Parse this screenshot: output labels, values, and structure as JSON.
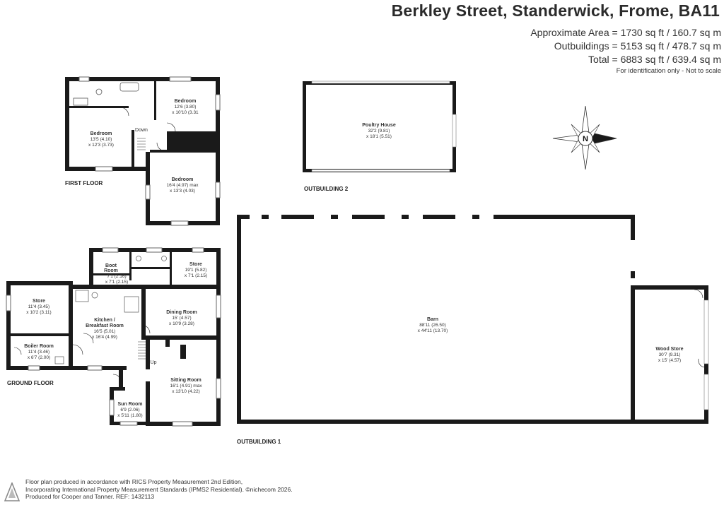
{
  "header": {
    "title": "Berkley Street, Standerwick, Frome, BA11",
    "areas": [
      "Approximate Area = 1730 sq ft / 160.7 sq m",
      "Outbuildings = 5153 sq ft / 478.7 sq m",
      "Total = 6883 sq ft / 639.4 sq m"
    ],
    "disclaimer": "For identification only - Not to scale"
  },
  "compass": {
    "letter": "N"
  },
  "floors": {
    "first": "FIRST FLOOR",
    "ground": "GROUND FLOOR",
    "outbuilding1": "OUTBUILDING 1",
    "outbuilding2": "OUTBUILDING 2"
  },
  "rooms": {
    "bed1": {
      "name": "Bedroom",
      "dim1": "12'6 (3.80)",
      "dim2": "x 10'10 (3.31"
    },
    "bed2": {
      "name": "Bedroom",
      "dim1": "13'5 (4.10)",
      "dim2": "x 12'3 (3.73)"
    },
    "bed3": {
      "name": "Bedroom",
      "dim1": "16'4 (4.97) max",
      "dim2": "x 13'3 (4.03)"
    },
    "down": "Down",
    "poultry": {
      "name": "Poultry House",
      "dim1": "32'2 (9.81)",
      "dim2": "x 18'1 (5.51)"
    },
    "boot": {
      "name": "Boot",
      "name2": "Room",
      "dim1": "7'1 (2.16)",
      "dim2": "x 7'1 (2.15)"
    },
    "store_top": {
      "name": "Store",
      "dim1": "19'1 (5.82)",
      "dim2": "x 7'1 (2.15)"
    },
    "store_left": {
      "name": "Store",
      "dim1": "11'4 (3.45)",
      "dim2": "x 10'2 (3.11)"
    },
    "kitchen": {
      "name": "Kitchen /",
      "name2": "Breakfast Room",
      "dim1": "16'5 (5.01)",
      "dim2": "x 16'4 (4.99)"
    },
    "dining": {
      "name": "Dining Room",
      "dim1": "15' (4.57)",
      "dim2": "x 10'9 (3.28)"
    },
    "boiler": {
      "name": "Boiler Room",
      "dim1": "11'4 (3.46)",
      "dim2": "x 6'7 (2.00)"
    },
    "up": "Up",
    "sitting": {
      "name": "Sitting Room",
      "dim1": "16'1 (4.91) max",
      "dim2": "x 13'10 (4.22)"
    },
    "sun": {
      "name": "Sun Room",
      "dim1": "6'9 (2.06)",
      "dim2": "x 5'11 (1.80)"
    },
    "barn": {
      "name": "Barn",
      "dim1": "88'11 (26.50)",
      "dim2": "x 44'11 (13.70)"
    },
    "wood": {
      "name": "Wood Store",
      "dim1": "30'7 (9.31)",
      "dim2": "x 15' (4.57)"
    }
  },
  "footer": {
    "lines": [
      "Floor plan produced in accordance with RICS Property Measurement 2nd Edition,",
      "Incorporating International Property Measurement Standards (IPMS2 Residential). ©nichecom 2026.",
      "Produced for Cooper and Tanner.   REF: 1432113"
    ]
  }
}
